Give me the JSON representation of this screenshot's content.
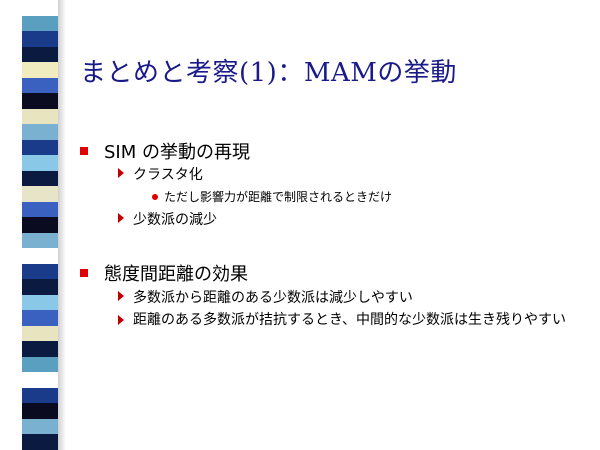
{
  "title": "まとめと考察(1)：MAMの挙動",
  "sections": [
    {
      "heading": "SIM の挙動の再現",
      "items": [
        {
          "text": "クラスタ化",
          "sub": [
            "ただし影響力が距離で制限されるときだけ"
          ]
        },
        {
          "text": "少数派の減少",
          "sub": []
        }
      ]
    },
    {
      "heading": "態度間距離の効果",
      "items": [
        {
          "text": "多数派から距離のある少数派は減少しやすい",
          "sub": []
        },
        {
          "text": "距離のある多数派が拮抗するとき、中間的な少数派は生き残りやすい",
          "sub": []
        }
      ]
    }
  ],
  "colors": {
    "title": "#1a1a8a",
    "bullet": "#e00000",
    "strip": [
      "#ffffff",
      "#5a9fc0",
      "#1a3a8a",
      "#0a1a40",
      "#f0ecc0",
      "#3a60c0",
      "#0a0a20",
      "#e8e4c0",
      "#7ab0d0",
      "#1a3a8a",
      "#8ac8e8",
      "#0a1a40",
      "#e8e4c8",
      "#3a60c0",
      "#0a0a20",
      "#7ab0d0",
      "#ffffff",
      "#1a3a8a",
      "#0a1a40",
      "#8ac8e8",
      "#3a60c0",
      "#e8e4c0",
      "#0a1a40",
      "#5a9fc0",
      "#ffffff",
      "#1a3a8a",
      "#0a0a20",
      "#7ab0d0",
      "#0a1a40"
    ]
  }
}
